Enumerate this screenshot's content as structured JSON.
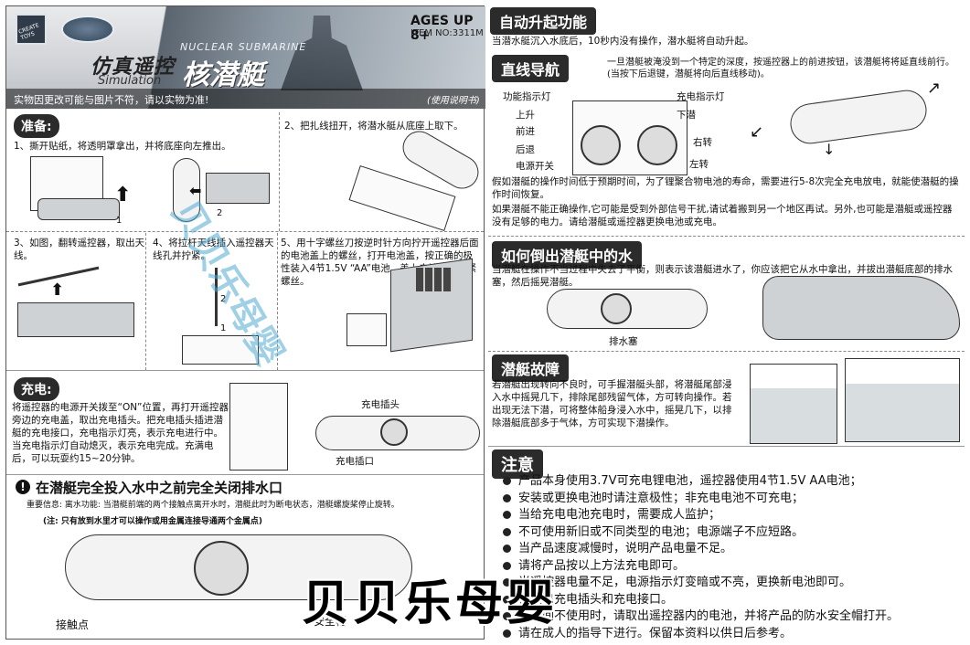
{
  "header": {
    "brand_mark": "CREATE TOYS",
    "ages": "AGES UP 8+",
    "item_no": "ITEM NO:3311M",
    "title_cn": "仿真遥控",
    "title_en": "Simulation",
    "title_main": "核潜艇",
    "subtitle_en": "NUCLEAR SUBMARINE",
    "disclaimer": "实物因更改可能与图片不符，请以实物为准!",
    "manual_tag": "(使用说明书)"
  },
  "prepare": {
    "badge": "准备:",
    "step1": "1、撕开贴纸，将透明罩拿出，并将底座向左推出。",
    "step1_num1": "1",
    "step1_num2": "2",
    "step2": "2、把扎线扭开，将潜水艇从底座上取下。",
    "step3": "3、如图，翻转遥控器，取出天线。",
    "step4": "4、将拉杆天线插入遥控器天线孔并拧紧。",
    "step4_num1": "1",
    "step4_num2": "2",
    "step5": "5、用十字螺丝刀按逆时针方向拧开遥控器后面的电池盖上的螺丝，打开电池盖，按正确的极性装入4节1.5V “AA”电池，盖上电池盖，拧紧螺丝。"
  },
  "charge": {
    "badge": "充电:",
    "text": "将遥控器的电源开关拨至“ON”位置，再打开遥控器旁边的充电盖，取出充电插头。把充电插头插进潜艇的充电接口，充电指示灯亮，表示充电进行中。当充电指示灯自动熄灭，表示充电完成。充满电后，可以玩耍约15~20分钟。",
    "label_plug": "充电插头",
    "label_port": "充电插口"
  },
  "drain": {
    "title": "在潜艇完全投入水中之前完全关闭排水口",
    "important": "重要信息: 离水功能: 当潜艇前端的两个接触点离开水时，潜艇此时为断电状态，潜艇螺旋桨停止旋转。",
    "note": "(注: 只有放到水里才可以操作或用金属连接导通两个金属点)",
    "label_contact": "接触点",
    "label_cap": "安全帽"
  },
  "auto_rise": {
    "title": "自动升起功能",
    "text": "当潜水艇沉入水底后，10秒内没有操作，潜水艇将自动升起。"
  },
  "straight": {
    "title": "直线导航",
    "text": "一旦潜艇被淹没到一个特定的深度，按遥控器上的前进按钮，该潜艇将将延直线前行。(当按下后退键，潜艇将向后直线移动)。",
    "labels": {
      "func_light": "功能指示灯",
      "up": "上升",
      "forward": "前进",
      "back": "后退",
      "power": "电源开关",
      "charge_light": "充电指示灯",
      "down": "下潜",
      "right": "右转",
      "left": "左转"
    },
    "para1": "假如潜艇的操作时间低于预期时间，为了锂聚合物电池的寿命，需要进行5-8次完全充电放电，就能使潜艇的操作时间恢复。",
    "para2": "如果潜艇不能正确操作,它可能是受到外部信号干扰,请试着搬到另一个地区再试。另外,也可能是潜艇或遥控器没有足够的电力。请给潜艇或遥控器更换电池或充电。"
  },
  "pour_water": {
    "title": "如何倒出潜艇中的水",
    "text": "当潜艇在操作不当过程中失去了平衡，则表示该潜艇进水了，你应该把它从水中拿出，并拔出潜艇底部的排水塞，然后摇晃潜艇。",
    "label_plug": "排水塞"
  },
  "fault": {
    "title": "潜艇故障",
    "text": "若潜艇出现转向不良时，可手握潜艇头部，将潜艇尾部浸入水中摇晃几下，排除尾部残留气体，方可转向操作。若出现无法下潜，可将整体船身浸入水中，摇晃几下，以排除潜艇底部多于气体，方可实现下潜操作。"
  },
  "notice": {
    "title": "注意",
    "items": [
      "产品本身使用3.7V可充电锂电池，遥控器使用4节1.5V AA电池；",
      "安装或更换电池时请注意极性；非充电电池不可充电；",
      "当给充电电池充电时，需要成人监护；",
      "不可使用新旧或不同类型的电池；电源端子不应短路。",
      "当产品速度减慢时，说明产品电量不足。",
      "请将产品按以上方法充电即可。",
      "当遥控器电量不足，电源指示灯变暗或不亮，更换新电池即可。",
      "请拔出充电插头和充电接口。",
      "长时间不使用时，请取出遥控器内的电池，并将产品的防水安全帽打开。",
      "请在成人的指导下进行。保留本资料以供日后参考。"
    ]
  },
  "watermark": "贝贝乐母婴",
  "ghost_text": "贝贝乐母婴"
}
